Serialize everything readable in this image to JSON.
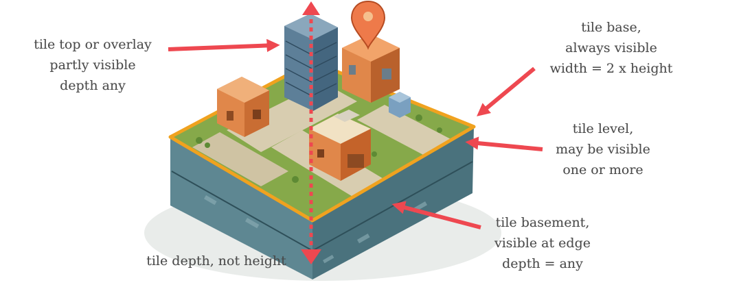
{
  "labels": {
    "tile_top": [
      "tile top or overlay",
      "partly visible",
      "depth any"
    ],
    "tile_base": [
      "tile base,",
      "always visible",
      "width = 2 x height"
    ],
    "tile_level": [
      "tile level,",
      "may be visible",
      "one or more"
    ],
    "tile_basement": [
      "tile basement,",
      "visible at edge",
      "depth = any"
    ],
    "tile_depth": "tile depth, not height"
  },
  "colors": {
    "arrow": "#ee4850",
    "base_outline": "#f0a21f",
    "grass": "#86a94a",
    "road": "#d8cdb0",
    "side_dark": "#3e6470",
    "side_light": "#7ea3ad",
    "building_orange": "#e0874a",
    "building_blue": "#5d7f98",
    "pin": "#ee7a4a"
  }
}
